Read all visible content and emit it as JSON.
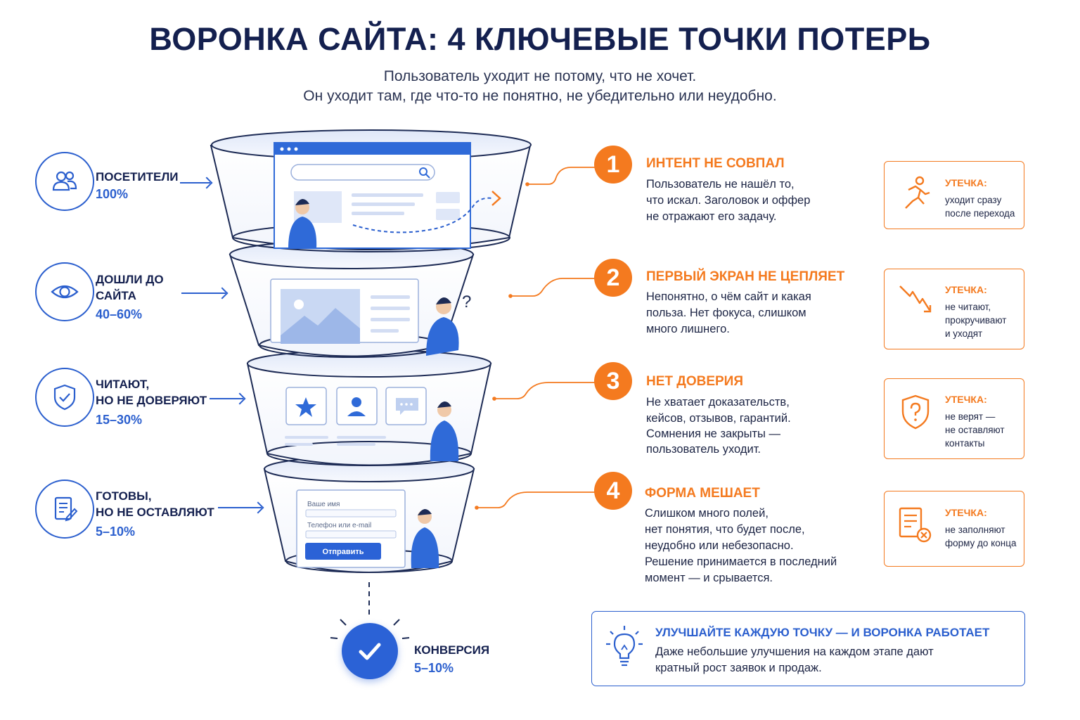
{
  "title": "ВОРОНКА САЙТА: 4 КЛЮЧЕВЫЕ ТОЧКИ ПОТЕРЬ",
  "subtitle": {
    "line1": "Пользователь уходит не потому, что не хочет.",
    "line2": "Он уходит там, где что-то не понятно, не убедительно или неудобно."
  },
  "stages": [
    {
      "icon": "users-icon",
      "name_lines": [
        "ПОСЕТИТЕЛИ"
      ],
      "percent": "100%"
    },
    {
      "icon": "eye-icon",
      "name_lines": [
        "ДОШЛИ ДО",
        "САЙТА"
      ],
      "percent": "40–60%"
    },
    {
      "icon": "shield-check-icon",
      "name_lines": [
        "ЧИТАЮТ,",
        "НО НЕ ДОВЕРЯЮТ"
      ],
      "percent": "15–30%"
    },
    {
      "icon": "form-edit-icon",
      "name_lines": [
        "ГОТОВЫ,",
        "НО НЕ ОСТАВЛЯЮТ"
      ],
      "percent": "5–10%"
    }
  ],
  "funnel_ui": {
    "form_name_label": "Ваше имя",
    "form_contact_label": "Телефон или e-mail",
    "form_submit": "Отправить",
    "question_mark": "?"
  },
  "points": [
    {
      "number": "1",
      "title": "ИНТЕНТ НЕ СОВПАЛ",
      "text_lines": [
        "Пользователь не нашёл то,",
        "что искал. Заголовок и оффер",
        "не отражают его задачу."
      ],
      "leak": {
        "label": "УТЕЧКА:",
        "icon": "running-person-icon",
        "text_lines": [
          "уходит сразу",
          "после перехода"
        ]
      }
    },
    {
      "number": "2",
      "title": "ПЕРВЫЙ ЭКРАН НЕ ЦЕПЛЯЕТ",
      "text_lines": [
        "Непонятно, о чём сайт и какая",
        "польза. Нет фокуса, слишком",
        "много лишнего."
      ],
      "leak": {
        "label": "УТЕЧКА:",
        "icon": "zigzag-down-arrow-icon",
        "text_lines": [
          "не читают,",
          "прокручивают",
          "и уходят"
        ]
      }
    },
    {
      "number": "3",
      "title": "НЕТ ДОВЕРИЯ",
      "text_lines": [
        "Не хватает доказательств,",
        "кейсов, отзывов, гарантий.",
        "Сомнения не закрыты —",
        "пользователь уходит."
      ],
      "leak": {
        "label": "УТЕЧКА:",
        "icon": "shield-question-icon",
        "text_lines": [
          "не верят —",
          "не оставляют",
          "контакты"
        ]
      }
    },
    {
      "number": "4",
      "title": "ФОРМА МЕШАЕТ",
      "text_lines": [
        "Слишком много полей,",
        "нет понятия, что будет после,",
        "неудобно или небезопасно.",
        "Решение принимается в последний",
        "момент — и срывается."
      ],
      "leak": {
        "label": "УТЕЧКА:",
        "icon": "document-cross-icon",
        "text_lines": [
          "не заполняют",
          "форму до конца"
        ]
      }
    }
  ],
  "conversion": {
    "label": "КОНВЕРСИЯ",
    "percent": "5–10%",
    "icon": "checkmark-icon"
  },
  "tip": {
    "icon": "lightbulb-icon",
    "title": "УЛУЧШАЙТЕ КАЖДУЮ ТОЧКУ — И ВОРОНКА РАБОТАЕТ",
    "text_lines": [
      "Даже небольшие улучшения на каждом этапе дают",
      "кратный рост заявок и продаж."
    ]
  },
  "colors": {
    "blue": "#2b5fce",
    "orange": "#f47a1f",
    "navy": "#14204f"
  }
}
